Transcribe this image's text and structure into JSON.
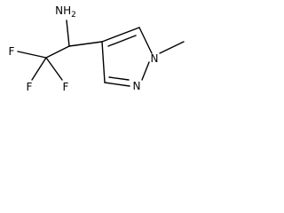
{
  "molecule": {
    "atoms": {
      "amine": {
        "symbol": "NH",
        "subscript": "2"
      },
      "fluorine_1": {
        "symbol": "F"
      },
      "fluorine_2": {
        "symbol": "F"
      },
      "fluorine_3": {
        "symbol": "F"
      },
      "ring_n1": {
        "symbol": "N"
      },
      "ring_n2": {
        "symbol": "N"
      }
    }
  }
}
